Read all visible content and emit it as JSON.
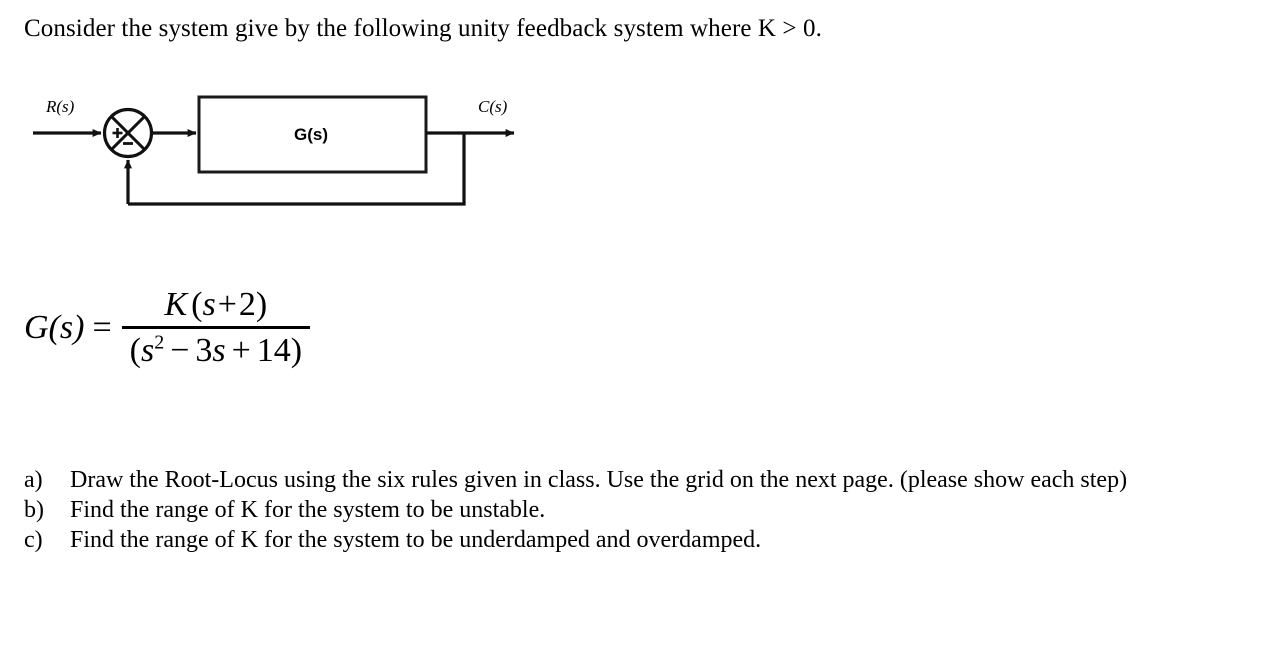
{
  "document": {
    "intro": "Consider the system give by the following unity feedback system where K > 0."
  },
  "diagram": {
    "name": "unity-feedback-block-diagram",
    "input_label": "R(s)",
    "output_label": "C(s)",
    "block_label": "G(s)",
    "summing_junction": {
      "plus_sign": "+",
      "minus_sign": "–"
    }
  },
  "equation": {
    "lhs": "G(s)",
    "equals": "=",
    "numerator": {
      "gain": "K",
      "open_paren": "(",
      "variable": "s",
      "operator": "+",
      "constant": "2",
      "close_paren": ")"
    },
    "denominator": {
      "open_paren": "(",
      "variable": "s",
      "exponent": "2",
      "operator1": "−",
      "coefficient": "3",
      "variable2": "s",
      "operator2": "+",
      "constant": "14",
      "close_paren": ")"
    },
    "plain_text": "G(s) = K(s + 2) / (s² − 3s + 14)"
  },
  "questions": [
    {
      "marker": "a)",
      "text": "Draw the Root-Locus using the six rules given in class. Use the grid on the next page. (please show each step)"
    },
    {
      "marker": "b)",
      "text": "Find the range of K for the system to be unstable."
    },
    {
      "marker": "c)",
      "text": "Find the range of K for the system to be underdamped and overdamped."
    }
  ],
  "colors": {
    "background": "#ffffff",
    "text": "#000000",
    "diagram_stroke": "#1a1a1a"
  }
}
